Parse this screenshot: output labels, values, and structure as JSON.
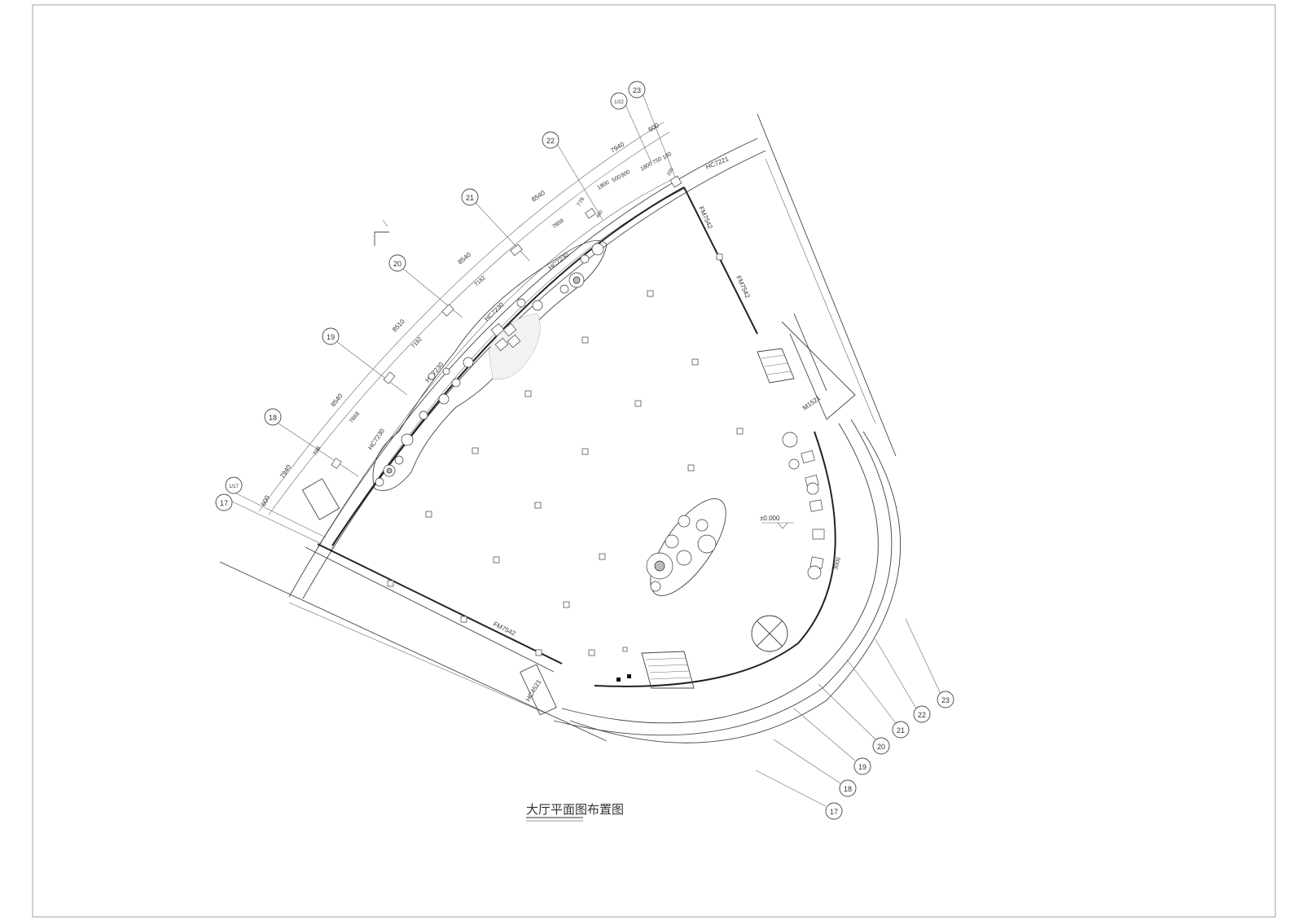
{
  "drawing": {
    "title": "大厅平面图布置图",
    "elevation": "±0.000"
  },
  "bubbles": {
    "top_23": "23",
    "top_1_22": "1/22",
    "top_22": "22",
    "top_21": "21",
    "top_20": "20",
    "top_19": "19",
    "top_18": "18",
    "left_1_17": "1/17",
    "left_17": "17",
    "br_23": "23",
    "br_22": "22",
    "br_21": "21",
    "br_20": "20",
    "br_19": "19",
    "br_18": "18",
    "br_17": "17"
  },
  "dims": {
    "d7940a": "7940",
    "d8540a": "8540",
    "d8540b": "8540",
    "d8510": "8510",
    "d8540c": "8540",
    "d7940b": "7940",
    "d600a": "600",
    "d600b": "600",
    "d1800a": "1800",
    "d500": "500",
    "d800": "800",
    "d1800b": "1800",
    "d750": "750",
    "d100": "100",
    "d200": "200",
    "d776": "776",
    "d400": "400",
    "d7868a": "7868",
    "d7868b": "7868",
    "d7182a": "7182",
    "d7182b": "7182",
    "d708": "708",
    "d3000": "3000"
  },
  "labels": {
    "hc7221": "HC7221",
    "hc7230a": "HC7230",
    "hc7230b": "HC7230",
    "hc7230c": "HC7230",
    "hc7230d": "HC7230",
    "fm7542a": "FM7542",
    "fm7542b": "FM7542",
    "fm7542c": "FM7542",
    "m1521": "M1521",
    "hc4521": "HC4521"
  }
}
